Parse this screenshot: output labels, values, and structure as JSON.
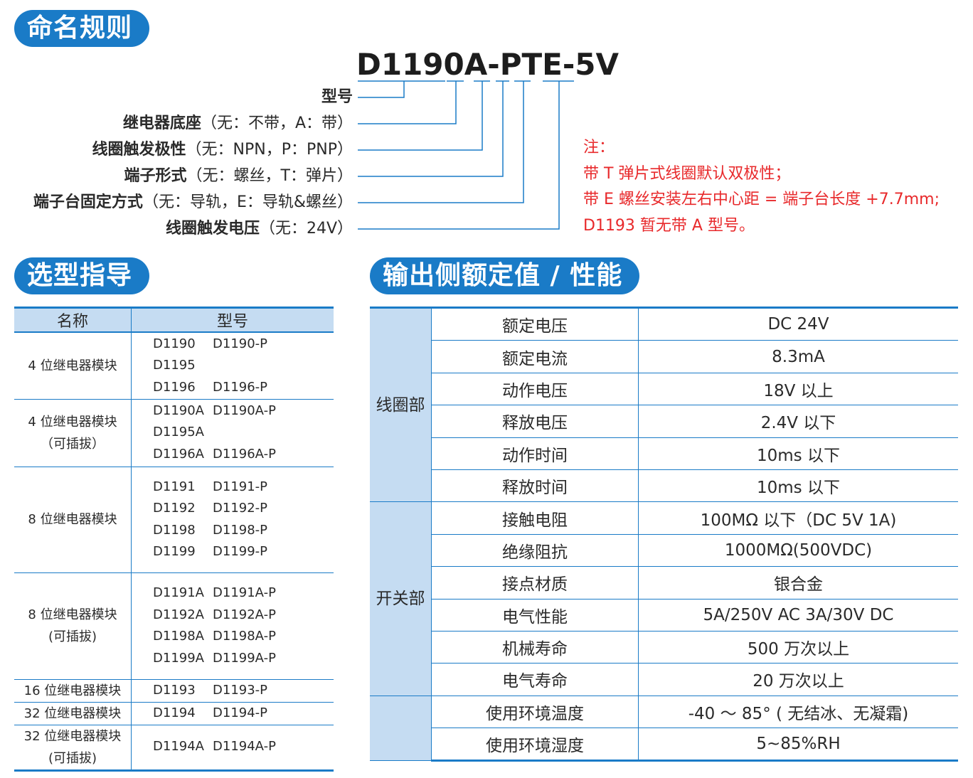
{
  "naming": {
    "heading": "命名规则",
    "code": "D1190A-PTE-5V",
    "labels": [
      {
        "bold": "型号",
        "plain": ""
      },
      {
        "bold": "继电器底座",
        "plain": "（无：不带，A：带）"
      },
      {
        "bold": "线圈触发极性",
        "plain": "（无：NPN，P：PNP）"
      },
      {
        "bold": "端子形式",
        "plain": "（无：螺丝，T：弹片）"
      },
      {
        "bold": "端子台固定方式",
        "plain": "（无：导轨，E：导轨&螺丝）"
      },
      {
        "bold": "线圈触发电压",
        "plain": "（无：24V）"
      }
    ],
    "note": [
      "注：",
      "带 T 弹片式线圈默认双极性；",
      "带 E 螺丝安装左右中心距 = 端子台长度 +7.7mm;",
      "D1193 暂无带 A 型号。"
    ],
    "line_color": "#1a7bc7",
    "note_color": "#e8292b"
  },
  "selection": {
    "heading": "选型指导",
    "headers": [
      "名称",
      "型号"
    ],
    "rows": [
      {
        "name": [
          "4 位继电器模块"
        ],
        "models": [
          [
            "D1190",
            "D1190-P"
          ],
          [
            "D1195",
            ""
          ],
          [
            "D1196",
            "D1196-P"
          ]
        ]
      },
      {
        "name": [
          "4 位继电器模块",
          "（可插拔）"
        ],
        "models": [
          [
            "D1190A",
            "D1190A-P"
          ],
          [
            "D1195A",
            ""
          ],
          [
            "D1196A",
            "D1196A-P"
          ]
        ]
      },
      {
        "name": [
          "8 位继电器模块"
        ],
        "models": [
          [
            "D1191",
            "D1191-P"
          ],
          [
            "D1192",
            "D1192-P"
          ],
          [
            "D1198",
            "D1198-P"
          ],
          [
            "D1199",
            "D1199-P"
          ]
        ]
      },
      {
        "name": [
          "8 位继电器模块",
          "(可插拔)"
        ],
        "models": [
          [
            "D1191A",
            "D1191A-P"
          ],
          [
            "D1192A",
            "D1192A-P"
          ],
          [
            "D1198A",
            "D1198A-P"
          ],
          [
            "D1199A",
            "D1199A-P"
          ]
        ]
      },
      {
        "name": [
          "16 位继电器模块"
        ],
        "models": [
          [
            "D1193",
            "D1193-P"
          ]
        ]
      },
      {
        "name": [
          "32 位继电器模块"
        ],
        "models": [
          [
            "D1194",
            "D1194-P"
          ]
        ]
      },
      {
        "name": [
          "32 位继电器模块",
          "(可插拔)"
        ],
        "models": [
          [
            "D1194A",
            "D1194A-P"
          ]
        ]
      }
    ]
  },
  "specs": {
    "heading": "输出侧额定值 / 性能",
    "groups": [
      {
        "label": [
          "线",
          "圈",
          "部"
        ],
        "rows": [
          [
            "额定电压",
            "DC 24V"
          ],
          [
            "额定电流",
            "8.3mA"
          ],
          [
            "动作电压",
            "18V 以上"
          ],
          [
            "释放电压",
            "2.4V 以下"
          ],
          [
            "动作时间",
            "10ms 以下"
          ],
          [
            "释放时间",
            "10ms 以下"
          ]
        ]
      },
      {
        "label": [
          "开",
          "关",
          "部"
        ],
        "rows": [
          [
            "接触电阻",
            "100MΩ 以下（DC 5V 1A)"
          ],
          [
            "绝缘阻抗",
            "1000MΩ(500VDC)"
          ],
          [
            "接点材质",
            "银合金"
          ],
          [
            "电气性能",
            "5A/250V AC  3A/30V DC"
          ],
          [
            "机械寿命",
            "500 万次以上"
          ],
          [
            "电气寿命",
            "20 万次以上"
          ]
        ]
      },
      {
        "label": [],
        "rows": [
          [
            "使用环境温度",
            "-40 ～ 85° ( 无结冰、无凝霜)"
          ],
          [
            "使用环境湿度",
            "5~85%RH"
          ]
        ]
      }
    ],
    "header_fill": "#c5dcf2"
  }
}
